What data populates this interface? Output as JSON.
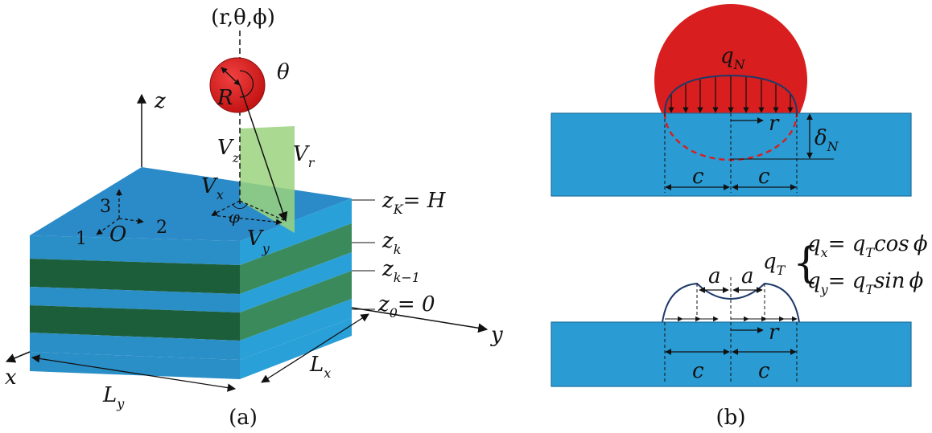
{
  "colors": {
    "layer_blue": "#2a9bd3",
    "layer_blue_dark": "#1f7fb3",
    "layer_green": "#1d5e3a",
    "layer_green_side": "#2f7f55",
    "top_face": "#2b8fcc",
    "sphere_red": "#d81e1e",
    "plane_green": "#9bd27e",
    "block_blue": "#2a9bd3"
  },
  "panel_a": {
    "caption": "(a)",
    "source_point": "(r,θ,ϕ)",
    "theta": "θ",
    "radius": "R",
    "vz": "V",
    "vz_sub": "z",
    "vr": "V",
    "vr_sub": "r",
    "vx": "V",
    "vx_sub": "x",
    "vy": "V",
    "vy_sub": "y",
    "phi": "φ",
    "axis_z": "z",
    "axis_x": "x",
    "axis_y": "y",
    "local_axis_1": "1",
    "local_axis_2": "2",
    "local_axis_3": "3",
    "origin": "O",
    "z_K": "z",
    "z_K_sub": "K",
    "z_K_eq": "= H",
    "z_k": "z",
    "z_k_sub": "k",
    "z_km1": "z",
    "z_km1_sub": "k−1",
    "z_0": "z",
    "z_0_sub": "0",
    "z_0_eq": "= 0",
    "Lx": "L",
    "Lx_sub": "x",
    "Ly": "L",
    "Ly_sub": "y"
  },
  "panel_b": {
    "caption": "(b)",
    "qN": "q",
    "qN_sub": "N",
    "r_top": "r",
    "deltaN": "δ",
    "deltaN_sub": "N",
    "c_left_top": "c",
    "c_right_top": "c",
    "qT": "q",
    "qT_sub": "T",
    "qx": "q",
    "qx_sub": "x",
    "qx_eq": "= q",
    "qx_eq_sub": "T",
    "qx_tail": "cos ϕ",
    "qy": "q",
    "qy_sub": "y",
    "qy_eq": "= q",
    "qy_eq_sub": "T",
    "qy_tail": "sin ϕ",
    "a_left": "a",
    "a_right": "a",
    "r_bottom": "r",
    "c_left_bot": "c",
    "c_right_bot": "c"
  }
}
